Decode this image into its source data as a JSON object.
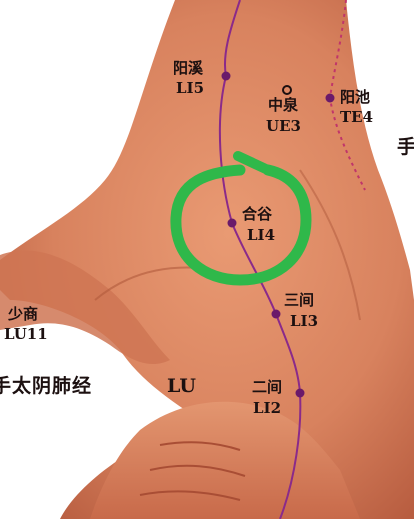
{
  "points": [
    {
      "id": "yangxi",
      "chinese": "阳溪",
      "code": "LI5"
    },
    {
      "id": "zhongquan",
      "chinese": "中泉",
      "code": "UE3"
    },
    {
      "id": "yangchi",
      "chinese": "阳池",
      "code": "TE4"
    },
    {
      "id": "hegu",
      "chinese": "合谷",
      "code": "LI4"
    },
    {
      "id": "sanjian",
      "chinese": "三间",
      "code": "LI3"
    },
    {
      "id": "erjian",
      "chinese": "二间",
      "code": "LI2"
    },
    {
      "id": "shaoshang",
      "chinese": "少商",
      "code": "LU11"
    }
  ],
  "meridian_lu_chinese": "手太阴肺经",
  "meridian_lu_code": "LU",
  "edge_text": "手",
  "colors": {
    "skin": "#d8825e",
    "skin_shadow": "#b8593e",
    "meridian_line": "#8a2a8a",
    "point_dot": "#6a1a6a",
    "highlight_circle": "#2fb84a",
    "background": "#ffffff"
  }
}
